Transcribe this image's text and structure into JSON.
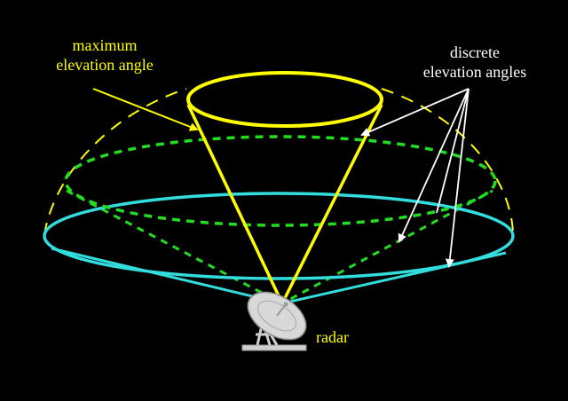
{
  "labels": {
    "max_line1": "maximum",
    "max_line2": "elevation angle",
    "disc_line1": "discrete",
    "disc_line2": "elevation angles",
    "radar": "radar"
  },
  "colors": {
    "background": "#000000",
    "max_elevation": "#ffff00",
    "discrete_elevation": "#22dd22",
    "base_scan": "#33dddd",
    "pointer": "#ffffff",
    "radar_dish": "#d8d8d8"
  },
  "icons": {
    "radar": "radar-dish-icon"
  }
}
